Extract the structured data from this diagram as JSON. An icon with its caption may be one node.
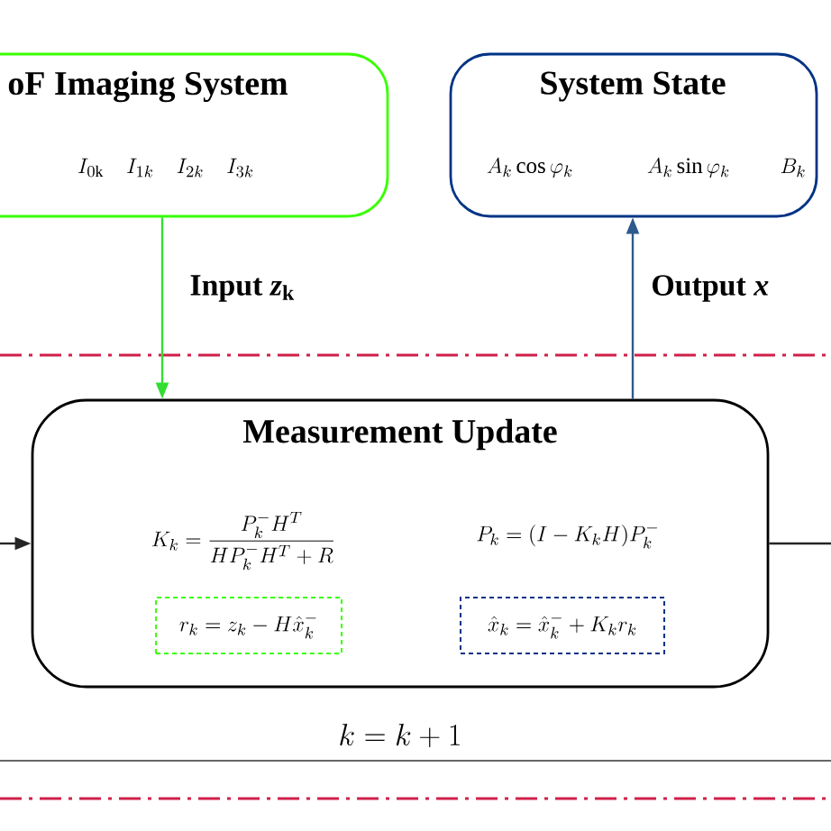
{
  "diagram": {
    "nodes": [
      {
        "text": [
          "oF Imaging System",
          "I_{0\\mathrm{k}}\\quad I_{1k}\\quad I_{2k}\\quad I_{3k}"
        ]
      },
      {
        "text": [
          "System State",
          "A_k\\cos\\varphi_k",
          "A_k\\sin\\varphi_k",
          "B_k"
        ]
      },
      {
        "text": [
          "Measurement Update",
          "K_k=\\frac{P_k^- H^T}{HP_k^- H^T+R}",
          "P_k=(I-K_kH)P_k^-"
        ]
      },
      {
        "text": [
          "r_k=z_k-H\\hat{x}_k^-"
        ],
        "in": 2
      },
      {
        "text": [
          "\\hat{x}_k=\\hat{x}_k^-+K_kr_k"
        ],
        "in": 2
      }
    ],
    "edges": [
      {
        "from": 0,
        "to": 2,
        "arrow": "to",
        "label": "Input *z*$_{k}$",
        "color": "#33dd33"
      },
      {
        "from": 2,
        "to": 1,
        "arrow": "to",
        "label": "Output *x*",
        "color": "#2e5a8c"
      },
      {
        "from": null,
        "to": 2,
        "arrow": "to"
      },
      {
        "from": 2,
        "to": null,
        "arrow": "none"
      }
    ],
    "labels": [
      "k=k+1"
    ]
  }
}
